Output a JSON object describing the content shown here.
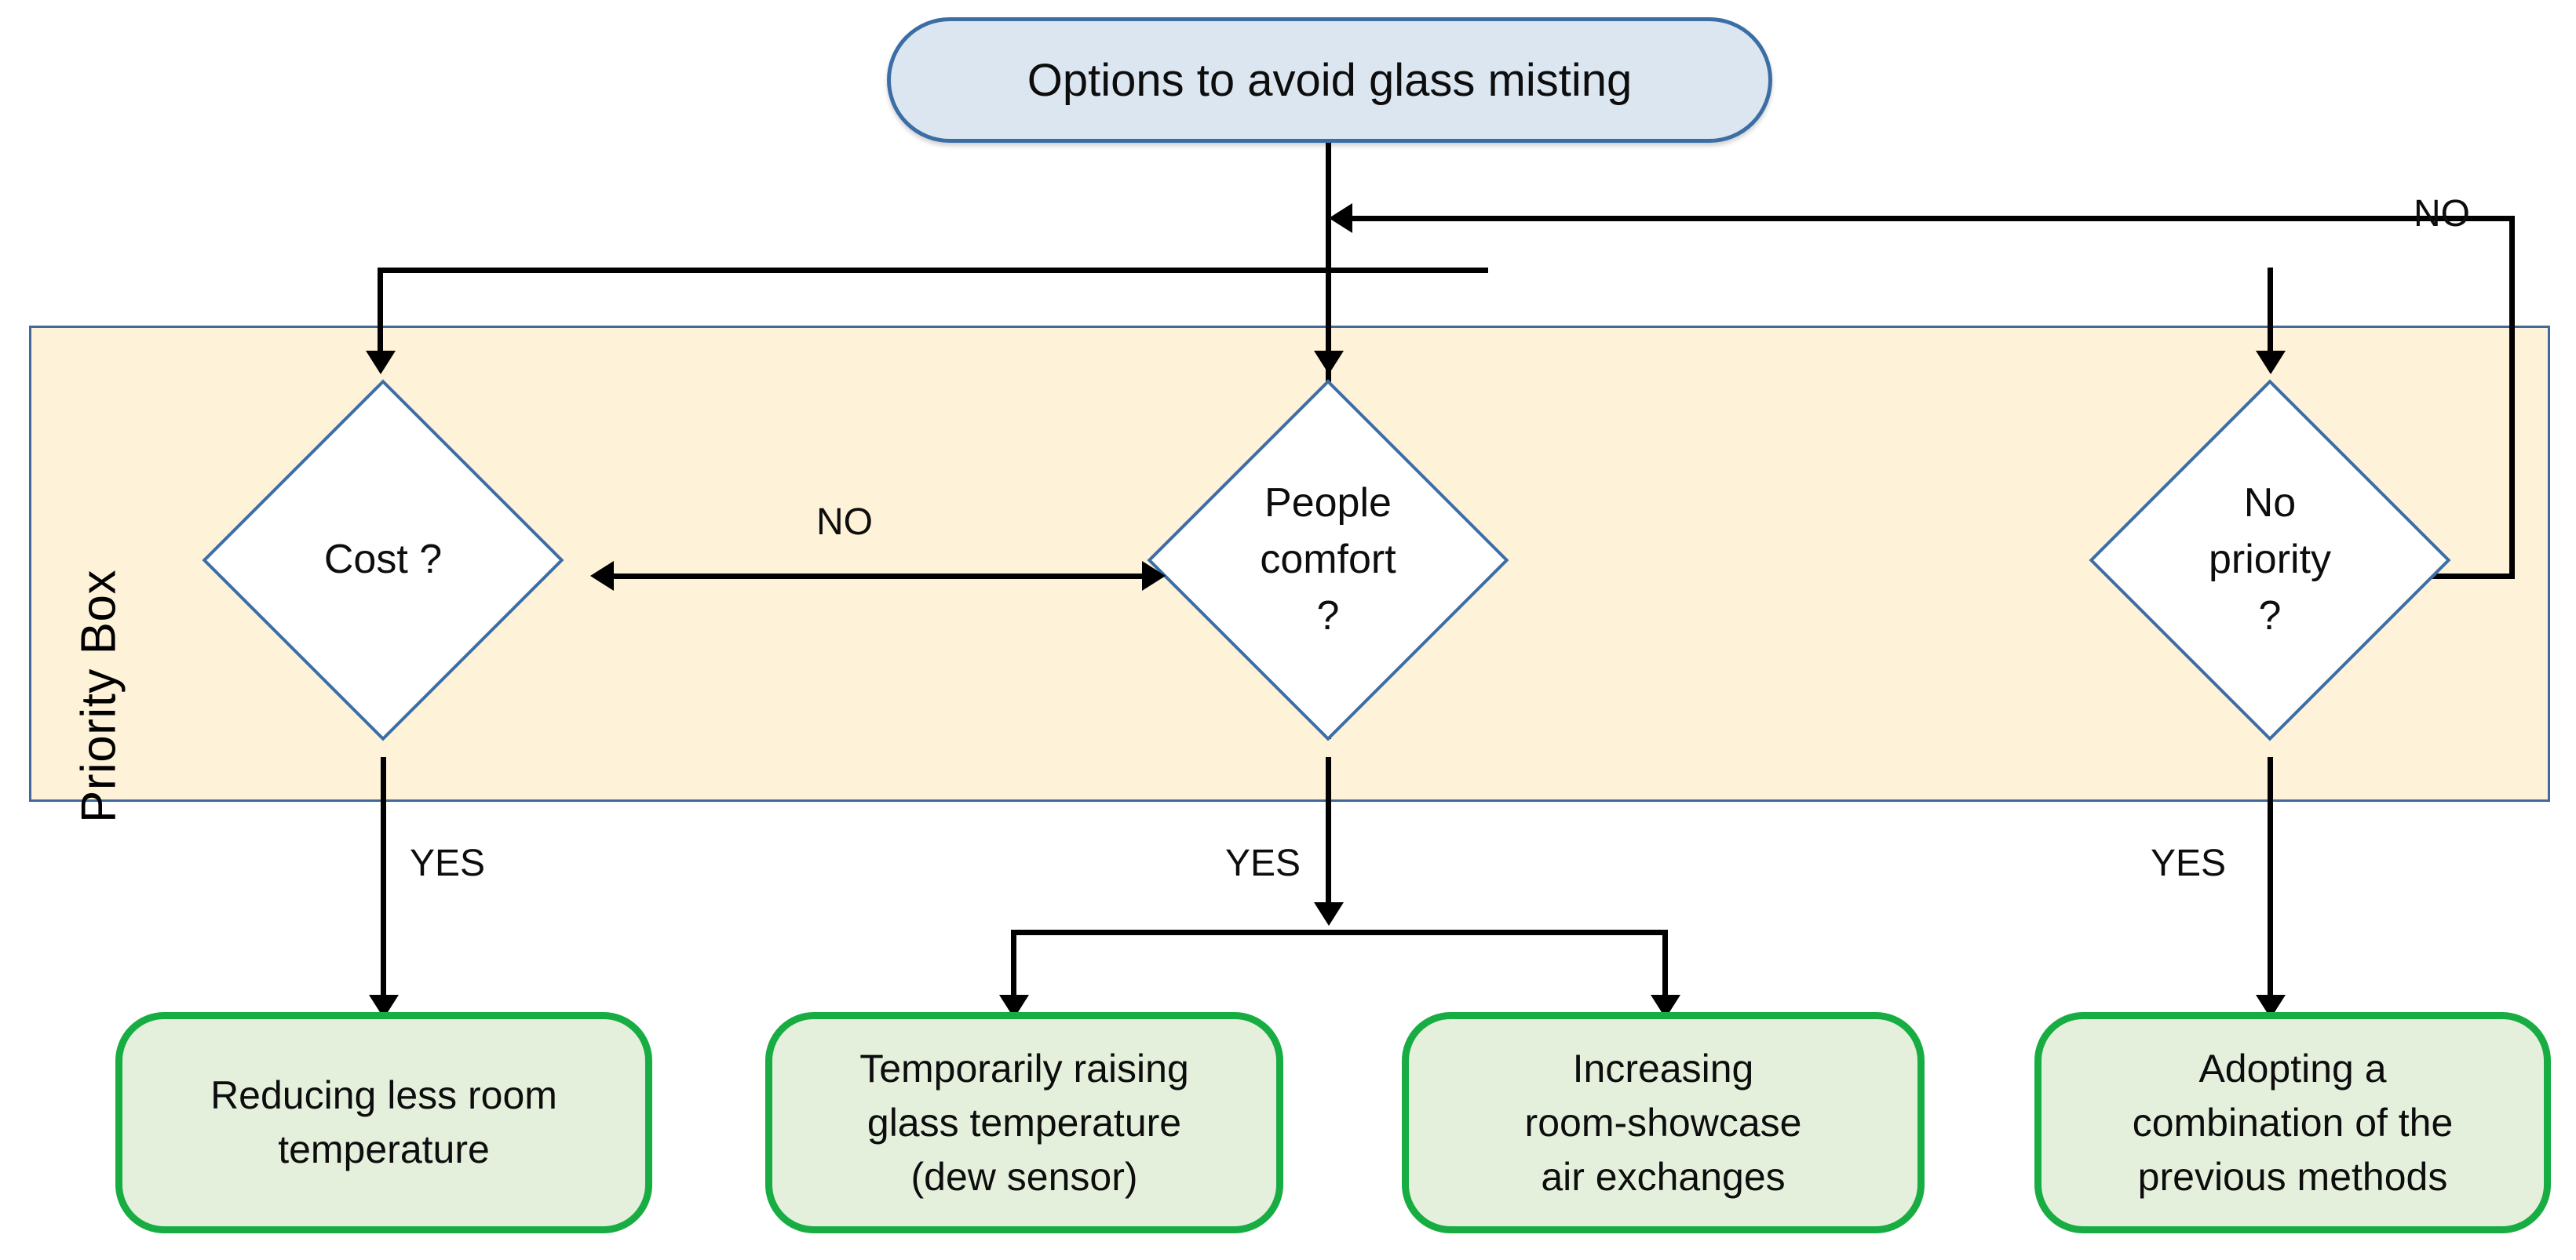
{
  "diagram": {
    "type": "flowchart",
    "title": "Options to avoid glass misting",
    "start": {
      "label": "Options to avoid glass misting",
      "shape": "rounded-rectangle",
      "fill": "#dce6f1",
      "stroke": "#3b6ea5"
    },
    "group": {
      "label": "Priority Box",
      "fill": "#fef2d9",
      "stroke": "#41699b"
    },
    "decisions": [
      {
        "id": "cost",
        "lines": [
          "Cost ?"
        ],
        "shape": "diamond"
      },
      {
        "id": "comfort",
        "lines": [
          "People",
          "comfort",
          "?"
        ],
        "shape": "diamond"
      },
      {
        "id": "nopri",
        "lines": [
          "No",
          "priority",
          "?"
        ],
        "shape": "diamond"
      }
    ],
    "outcomes": [
      {
        "id": "reduce",
        "lines": [
          "Reducing less room",
          "temperature"
        ]
      },
      {
        "id": "raise",
        "lines": [
          "Temporarily raising",
          "glass temperature",
          "(dew sensor)"
        ]
      },
      {
        "id": "air",
        "lines": [
          "Increasing",
          "room-showcase",
          "air exchanges"
        ]
      },
      {
        "id": "combine",
        "lines": [
          "Adopting a",
          "combination of the",
          "previous methods"
        ]
      }
    ],
    "edge_labels": {
      "no_between_cost_and_comfort": "NO",
      "no_from_no_priority": "NO",
      "yes_cost": "YES",
      "yes_comfort": "YES",
      "yes_nopri": "YES"
    },
    "colors": {
      "start_fill": "#dce6f1",
      "start_stroke": "#3b6ea5",
      "group_fill": "#fef2d9",
      "group_stroke": "#41699b",
      "decision_fill": "#ffffff",
      "decision_stroke": "#3b6ea5",
      "outcome_fill": "#e4f0dc",
      "outcome_stroke": "#18ad42",
      "connector": "#000000"
    }
  }
}
